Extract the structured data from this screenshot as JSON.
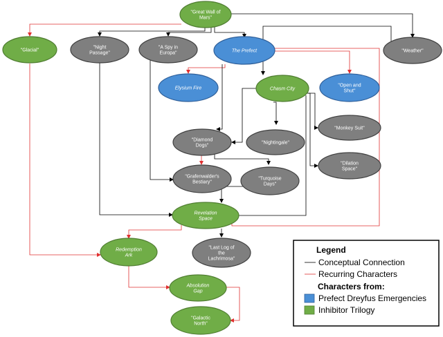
{
  "colors": {
    "green": "#70ad47",
    "green_stroke": "#507e32",
    "gray": "#7f7f7f",
    "gray_stroke": "#404040",
    "blue": "#4a8fd6",
    "blue_stroke": "#2f5f99",
    "conceptual": "#000000",
    "recurring": "#e03030"
  },
  "nodes": {
    "great_wall": {
      "lines": [
        "\"Great Wall of",
        "Mars\""
      ],
      "style": "green"
    },
    "glacial": {
      "lines": [
        "\"Glacial\""
      ],
      "style": "green"
    },
    "night_passage": {
      "lines": [
        "\"Night",
        "Passage\""
      ],
      "style": "gray"
    },
    "spy_europa": {
      "lines": [
        "\"A Spy in",
        "Europa\""
      ],
      "style": "gray"
    },
    "prefect": {
      "lines": [
        "The Prefect"
      ],
      "style": "blue",
      "italic": true
    },
    "weather": {
      "lines": [
        "\"Weather\""
      ],
      "style": "gray"
    },
    "elysium_fire": {
      "lines": [
        "Elysium Fire"
      ],
      "style": "blue",
      "italic": true
    },
    "chasm_city": {
      "lines": [
        "Chasm City"
      ],
      "style": "green",
      "italic": true
    },
    "open_shut": {
      "lines": [
        "\"Open and",
        "Shut\""
      ],
      "style": "blue"
    },
    "monkey_suit": {
      "lines": [
        "\"Monkey Suit\""
      ],
      "style": "gray"
    },
    "diamond_dogs": {
      "lines": [
        "\"Diamond",
        "Dogs\""
      ],
      "style": "gray"
    },
    "nightingale": {
      "lines": [
        "\"Nightingale\""
      ],
      "style": "gray"
    },
    "dilation_space": {
      "lines": [
        "\"Dilation",
        "Space\""
      ],
      "style": "gray"
    },
    "grafenwalder": {
      "lines": [
        "\"Grafenwalder's",
        "Bestiary\""
      ],
      "style": "gray"
    },
    "turquoise_days": {
      "lines": [
        "\"Turquoise",
        "Days\""
      ],
      "style": "gray"
    },
    "revelation_space": {
      "lines": [
        "Revelation",
        "Space"
      ],
      "style": "green",
      "italic": true
    },
    "redemption_ark": {
      "lines": [
        "Redemption",
        "Ark"
      ],
      "style": "green",
      "italic": true
    },
    "last_log": {
      "lines": [
        "\"Last Log of",
        "the",
        "Lachrimosa\""
      ],
      "style": "gray"
    },
    "absolution_gap": {
      "lines": [
        "Absolution",
        "Gap"
      ],
      "style": "green",
      "italic": true
    },
    "galactic_north": {
      "lines": [
        "\"Galactic",
        "North\""
      ],
      "style": "green"
    }
  },
  "legend": {
    "title": "Legend",
    "conceptual": "Conceptual Connection",
    "recurring": "Recurring Characters",
    "characters_from": "Characters from:",
    "prefect_series": "Prefect Dreyfus Emergencies",
    "inhibitor": "Inhibitor Trilogy"
  }
}
